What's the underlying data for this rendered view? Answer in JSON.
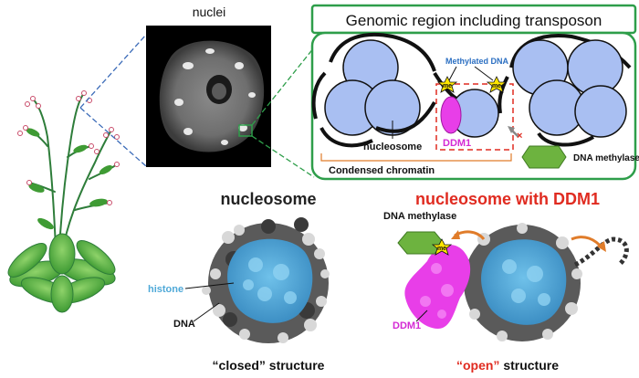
{
  "nuclei": {
    "label": "nuclei"
  },
  "genomic_region": {
    "title": "Genomic region including transposon",
    "methylated_dna_label": "Methylated DNA",
    "me_tag": "me",
    "ddm1_label": "DDM1",
    "nucleosome_label": "nucleosome",
    "condensed_label": "Condensed chromatin",
    "methylase_label": "DNA methylase"
  },
  "left_structure": {
    "title": "nucleosome",
    "histone_label": "histone",
    "dna_label": "DNA",
    "caption_quoted": "“closed”",
    "caption_rest": " structure"
  },
  "right_structure": {
    "title": "nucleosome with DDM1",
    "methylase_label": "DNA methylase",
    "me_tag": "me",
    "ddm1_label": "DDM1",
    "caption_quoted": "“open”",
    "caption_rest": " structure"
  },
  "colors": {
    "frame_green": "#2e9e4a",
    "nucleosome_blue": "#a9bff2",
    "ddm1_magenta": "#e83ee8",
    "ddm1_label": "#d42ad4",
    "methylase_green": "#6db33f",
    "methylated_dna_blue": "#2b6fc2",
    "histone_blue": "#4fa9d8",
    "highlight_red": "#e02b20",
    "me_yellow": "#ffe600",
    "plant_green": "#2e8b3a"
  }
}
